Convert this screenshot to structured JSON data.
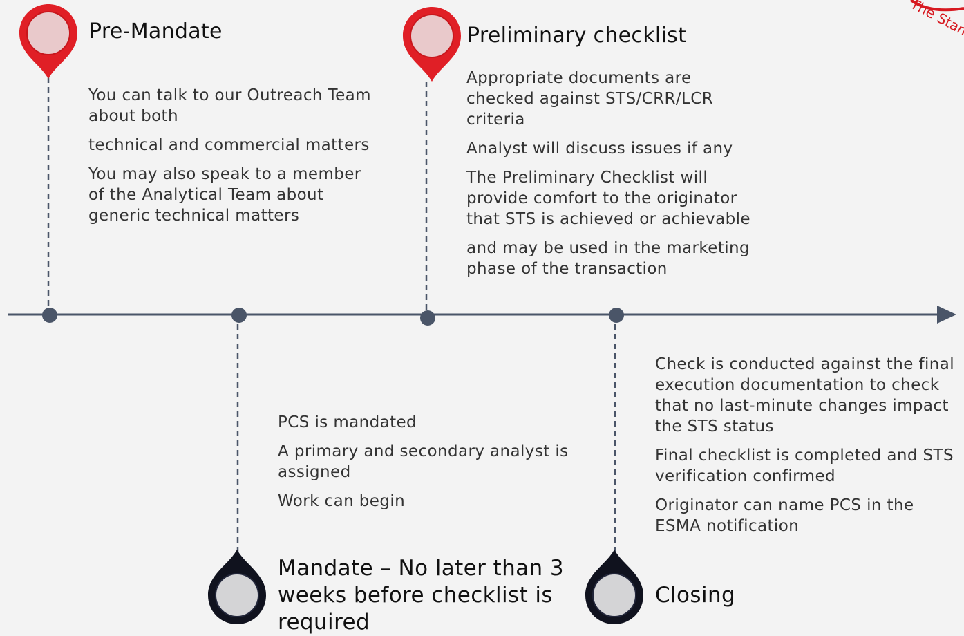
{
  "colors": {
    "background": "#f3f3f3",
    "axis": "#4a5568",
    "pin_red": "#e01f26",
    "pin_fill_light": "#e9c9cb",
    "pin_dark": "#10121e",
    "pin_fill_grey": "#d4d4d6",
    "corner_seal": "#d71920"
  },
  "corner_seal_text": "The Standard",
  "milestones": [
    {
      "id": "pre-mandate",
      "title": "Pre-Mandate",
      "pin": "red-map-pin-icon",
      "paragraphs": [
        "You can talk to our Outreach Team about both",
        "technical and commercial matters",
        "You may also speak to a member of the Analytical Team about generic technical matters"
      ]
    },
    {
      "id": "mandate",
      "title": "Mandate – No later than 3 weeks before checklist is required",
      "pin": "dark-map-pin-icon",
      "paragraphs": [
        "PCS is mandated",
        "A primary and secondary analyst is assigned",
        "Work can begin"
      ]
    },
    {
      "id": "preliminary-checklist",
      "title": "Preliminary checklist",
      "pin": "red-map-pin-icon",
      "paragraphs": [
        "Appropriate documents are checked against  STS/CRR/LCR criteria",
        "Analyst will discuss issues if any",
        "The Preliminary Checklist will provide comfort to the originator that STS is achieved or achievable",
        "and may be used in the marketing phase of the transaction"
      ]
    },
    {
      "id": "closing",
      "title": "Closing",
      "pin": "dark-map-pin-icon",
      "paragraphs": [
        "Check is conducted against the final execution documentation to check that no last-minute changes impact the STS status",
        "Final checklist is completed and STS verification confirmed",
        "Originator can name PCS in the ESMA notification"
      ]
    }
  ]
}
